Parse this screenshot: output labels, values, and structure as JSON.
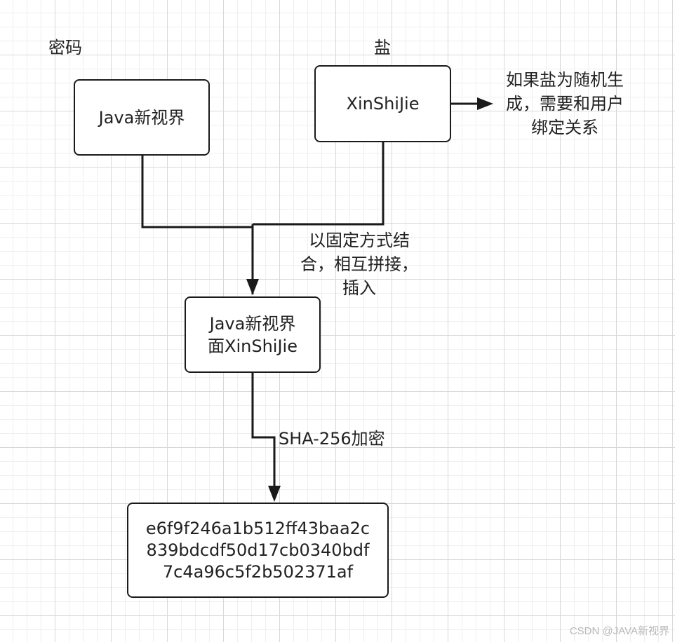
{
  "labels": {
    "password_heading": "密码",
    "salt_heading": "盐",
    "salt_note": [
      "如果盐为随机生",
      "成，需要和用户",
      "绑定关系"
    ],
    "combine_note": [
      "以固定方式结",
      "合，相互拼接，",
      "插入"
    ],
    "hash_note": "SHA-256加密"
  },
  "boxes": {
    "password": "Java新视界",
    "salt": "XinShiJie",
    "combined": [
      "Java新视界",
      "面XinShiJie"
    ],
    "hash": [
      "e6f9f246a1b512ff43baa2c",
      "839bdcdf50d17cb0340bdf",
      "7c4a96c5f2b502371af"
    ]
  },
  "watermark": "CSDN @JAVA新视界",
  "colors": {
    "stroke": "#1a1a1a",
    "text": "#222222",
    "grid_major": "#d8d8d8",
    "grid_minor": "#efefef"
  }
}
